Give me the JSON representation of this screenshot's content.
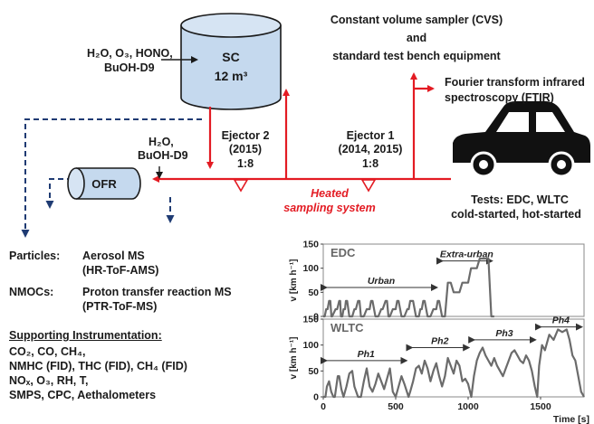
{
  "chamber": {
    "label": "SC",
    "volume": "12 m³"
  },
  "inlet_chemicals": {
    "line1": "H₂O, O₃, HONO,",
    "line2": "BuOH-D9"
  },
  "cvs": {
    "line1": "Constant volume sampler (CVS)",
    "line2": "and",
    "line3": "standard test bench equipment"
  },
  "ftir": {
    "line1": "Fourier transform infrared",
    "line2": "spectroscopy (FTIR)"
  },
  "ejector2": {
    "line1": "Ejector 2",
    "line2": "(2015)",
    "ratio": "1:8"
  },
  "ejector1": {
    "line1": "Ejector 1",
    "line2": "(2014, 2015)",
    "ratio": "1:8"
  },
  "ofr": {
    "label": "OFR",
    "input1": "H₂O,",
    "input2": "BuOH-D9"
  },
  "heated": {
    "line1": "Heated",
    "line2": "sampling system"
  },
  "tests": {
    "line1": "Tests: EDC, WLTC",
    "line2": "cold-started, hot-started"
  },
  "instruments": {
    "particles_key": "Particles:",
    "particles_val1": "Aerosol MS",
    "particles_val2": "(HR-ToF-AMS)",
    "nmocs_key": "NMOCs:",
    "nmocs_val1": "Proton transfer reaction MS",
    "nmocs_val2": "(PTR-ToF-MS)",
    "supporting_header": "Supporting Instrumentation:",
    "supporting_lines": [
      "CO₂, CO, CH₄,",
      "NMHC (FID), THC (FID), CH₄ (FID)",
      "NOₓ, O₃, RH, T,",
      "SMPS, CPC, Aethalometers"
    ]
  },
  "colors": {
    "red": "#e31b23",
    "navy": "#1f3b73",
    "chamber_fill": "#c5d9ee",
    "trace": "#6b6b6b"
  },
  "chart_data": [
    {
      "type": "line",
      "title": "EDC",
      "ylabel": "v [km h⁻¹]",
      "ylim": [
        0,
        150
      ],
      "yticks": [
        0,
        50,
        100,
        150
      ],
      "xlim": [
        0,
        1800
      ],
      "phases": [
        {
          "label": "Urban",
          "from": 0,
          "to": 800
        },
        {
          "label": "Extra-urban",
          "from": 800,
          "to": 1180
        }
      ],
      "x": [
        0,
        10,
        20,
        30,
        40,
        49,
        56,
        61,
        85,
        96,
        110,
        117,
        122,
        132,
        140,
        150,
        156,
        165,
        180,
        200,
        215,
        225,
        240,
        250,
        260,
        280,
        300,
        320,
        330,
        340,
        360,
        380,
        400,
        410,
        430,
        440,
        450,
        460,
        480,
        500,
        510,
        520,
        540,
        560,
        580,
        590,
        600,
        620,
        640,
        660,
        670,
        680,
        690,
        700,
        720,
        740,
        760,
        780,
        790,
        800,
        820,
        840,
        860,
        880,
        900,
        920,
        940,
        960,
        980,
        1000,
        1020,
        1040,
        1060,
        1080,
        1100,
        1120,
        1140,
        1160,
        1180
      ],
      "y": [
        0,
        0,
        15,
        15,
        32,
        32,
        0,
        0,
        15,
        15,
        32,
        32,
        0,
        0,
        15,
        15,
        32,
        32,
        0,
        0,
        15,
        15,
        32,
        32,
        0,
        0,
        15,
        15,
        32,
        32,
        0,
        0,
        15,
        15,
        32,
        32,
        0,
        0,
        15,
        15,
        32,
        32,
        0,
        0,
        15,
        15,
        32,
        32,
        0,
        0,
        15,
        15,
        32,
        32,
        0,
        0,
        15,
        15,
        32,
        32,
        0,
        0,
        70,
        70,
        50,
        50,
        50,
        70,
        70,
        70,
        100,
        100,
        100,
        120,
        120,
        120,
        120,
        0,
        0
      ]
    },
    {
      "type": "line",
      "title": "WLTC",
      "ylabel": "v [km h⁻¹]",
      "ylim": [
        0,
        150
      ],
      "yticks": [
        0,
        50,
        100,
        150
      ],
      "xlim": [
        0,
        1800
      ],
      "xticks": [
        0,
        500,
        1000,
        1500
      ],
      "xlabel": "Time [s]",
      "phases": [
        {
          "label": "Ph1",
          "from": 0,
          "to": 590
        },
        {
          "label": "Ph2",
          "from": 590,
          "to": 1020
        },
        {
          "label": "Ph3",
          "from": 1020,
          "to": 1480
        },
        {
          "label": "Ph4",
          "from": 1480,
          "to": 1800
        }
      ],
      "x": [
        0,
        15,
        25,
        40,
        55,
        70,
        80,
        100,
        110,
        125,
        140,
        160,
        180,
        200,
        215,
        240,
        260,
        280,
        300,
        320,
        340,
        360,
        380,
        400,
        420,
        440,
        460,
        480,
        500,
        520,
        540,
        560,
        589,
        600,
        620,
        640,
        660,
        680,
        700,
        720,
        740,
        760,
        780,
        800,
        820,
        840,
        860,
        880,
        900,
        920,
        940,
        960,
        980,
        1000,
        1022,
        1040,
        1060,
        1080,
        1100,
        1120,
        1140,
        1160,
        1180,
        1200,
        1220,
        1240,
        1260,
        1280,
        1300,
        1320,
        1340,
        1360,
        1380,
        1400,
        1420,
        1440,
        1460,
        1477,
        1490,
        1510,
        1530,
        1560,
        1590,
        1620,
        1650,
        1680,
        1700,
        1720,
        1740,
        1760,
        1780,
        1800
      ],
      "y": [
        0,
        0,
        20,
        30,
        10,
        0,
        0,
        40,
        40,
        15,
        0,
        20,
        45,
        50,
        20,
        0,
        0,
        30,
        55,
        20,
        10,
        25,
        45,
        30,
        15,
        35,
        55,
        10,
        0,
        20,
        40,
        25,
        0,
        10,
        30,
        55,
        60,
        45,
        70,
        55,
        30,
        50,
        65,
        40,
        20,
        40,
        75,
        60,
        45,
        70,
        60,
        30,
        35,
        25,
        0,
        40,
        70,
        85,
        95,
        80,
        70,
        60,
        75,
        60,
        50,
        40,
        55,
        70,
        85,
        90,
        80,
        70,
        65,
        80,
        70,
        50,
        20,
        0,
        60,
        100,
        90,
        120,
        110,
        130,
        125,
        130,
        110,
        80,
        70,
        40,
        10,
        0
      ]
    }
  ]
}
